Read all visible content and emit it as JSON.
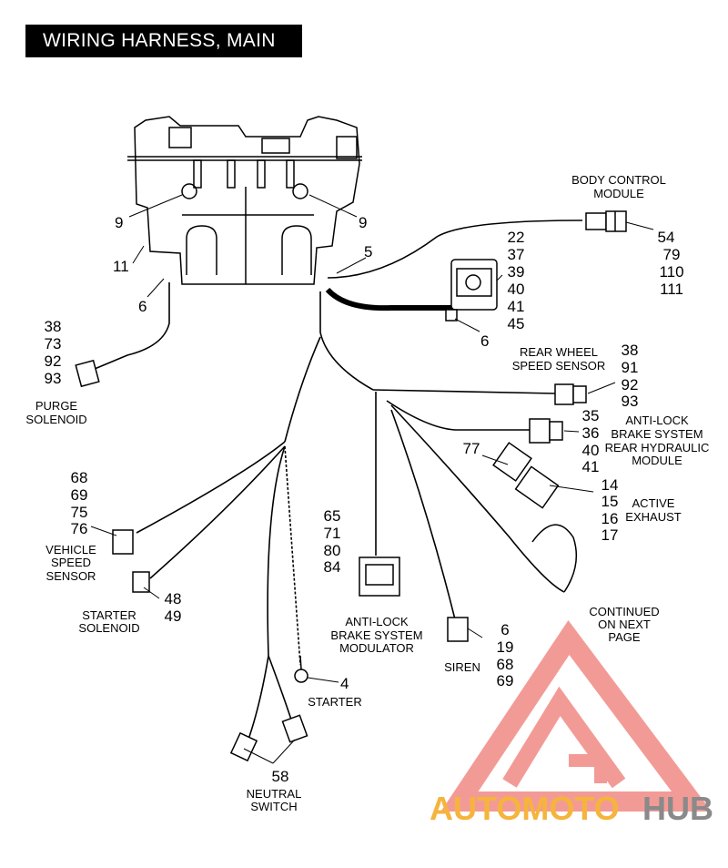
{
  "title": "WIRING HARNESS, MAIN",
  "callouts": {
    "nine_left": "9",
    "nine_right": "9",
    "eleven": "11",
    "five": "5",
    "six_top": "6",
    "six_ecm": "6",
    "four": "4"
  },
  "components": {
    "body_control_module": {
      "label_lines": [
        "BODY CONTROL",
        "MODULE"
      ],
      "refs": [
        "54",
        "79",
        "110",
        "111"
      ]
    },
    "ecm_connector": {
      "refs": [
        "22",
        "37",
        "39",
        "40",
        "41",
        "45"
      ]
    },
    "purge_solenoid": {
      "label_lines": [
        "PURGE",
        "SOLENOID"
      ],
      "refs": [
        "38",
        "73",
        "92",
        "93"
      ]
    },
    "rear_wheel_speed_sensor": {
      "label_lines": [
        "REAR WHEEL",
        "SPEED SENSOR"
      ],
      "refs": [
        "38",
        "91",
        "92",
        "93"
      ]
    },
    "abs_rear_hydraulic_module": {
      "label_lines": [
        "ANTI-LOCK",
        "BRAKE SYSTEM",
        "REAR HYDRAULIC",
        "MODULE"
      ],
      "refs": [
        "35",
        "36",
        "40",
        "41"
      ]
    },
    "active_exhaust": {
      "label_lines": [
        "ACTIVE",
        "EXHAUST"
      ],
      "refs": [
        "14",
        "15",
        "16",
        "17"
      ],
      "ref_77": "77"
    },
    "vehicle_speed_sensor": {
      "label_lines": [
        "VEHICLE",
        "SPEED",
        "SENSOR"
      ],
      "refs": [
        "68",
        "69",
        "75",
        "76"
      ]
    },
    "abs_modulator": {
      "label_lines": [
        "ANTI-LOCK",
        "BRAKE SYSTEM",
        "MODULATOR"
      ],
      "refs": [
        "65",
        "71",
        "80",
        "84"
      ]
    },
    "starter_solenoid": {
      "label_lines": [
        "STARTER",
        "SOLENOID"
      ],
      "refs": [
        "48",
        "49"
      ]
    },
    "siren": {
      "label_lines": [
        "SIREN"
      ],
      "refs": [
        "6",
        "19",
        "68",
        "69"
      ]
    },
    "starter": {
      "label_lines": [
        "STARTER"
      ]
    },
    "neutral_switch": {
      "label_lines": [
        "NEUTRAL",
        "SWITCH"
      ],
      "ref": "58"
    }
  },
  "continued_note": [
    "CONTINUED",
    "ON NEXT",
    "PAGE"
  ],
  "watermark": {
    "part1": "AUTOMOTO",
    "part2": "HUB",
    "color_primary": "#f6b43c",
    "color_secondary": "#8a8a8a",
    "logo_color": "#f08a84"
  }
}
